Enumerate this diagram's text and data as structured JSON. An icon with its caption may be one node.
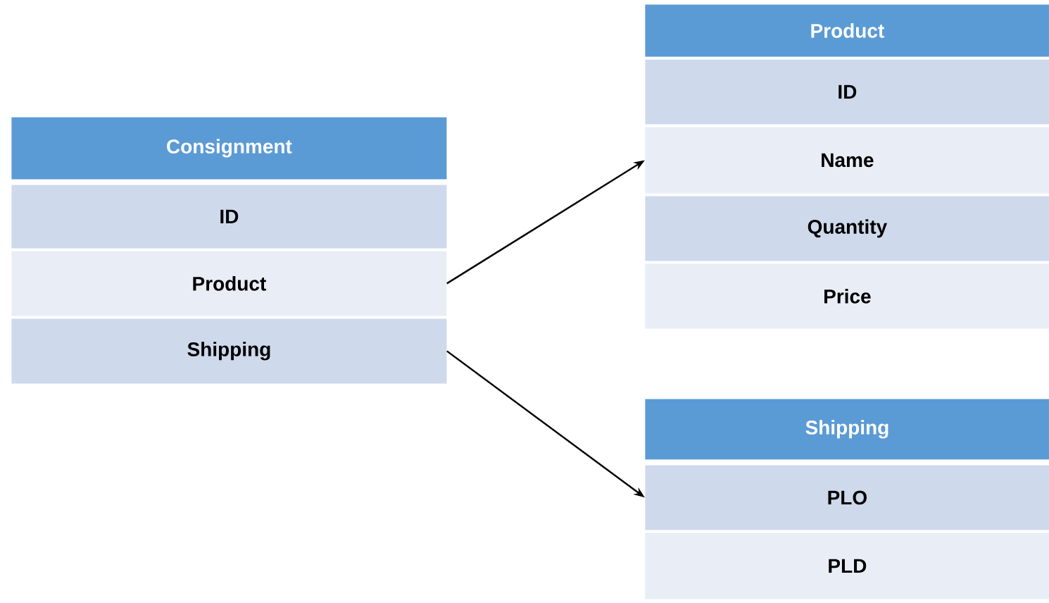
{
  "diagram": {
    "nodes": [
      {
        "text": [
          "Consignment"
        ]
      },
      {
        "text": [
          "ID"
        ]
      },
      {
        "text": [
          "Product"
        ]
      },
      {
        "text": [
          "Shipping"
        ]
      },
      {
        "text": [
          "Product"
        ]
      },
      {
        "text": [
          "ID"
        ]
      },
      {
        "text": [
          "Name"
        ]
      },
      {
        "text": [
          "Quantity"
        ]
      },
      {
        "text": [
          "Price"
        ]
      },
      {
        "text": [
          "Shipping"
        ]
      },
      {
        "text": [
          "PLO"
        ]
      },
      {
        "text": [
          "PLD"
        ]
      }
    ],
    "edges": [
      {
        "from": 2,
        "to": 6,
        "arrow": "to"
      },
      {
        "from": 3,
        "to": 10,
        "arrow": "to"
      }
    ]
  }
}
